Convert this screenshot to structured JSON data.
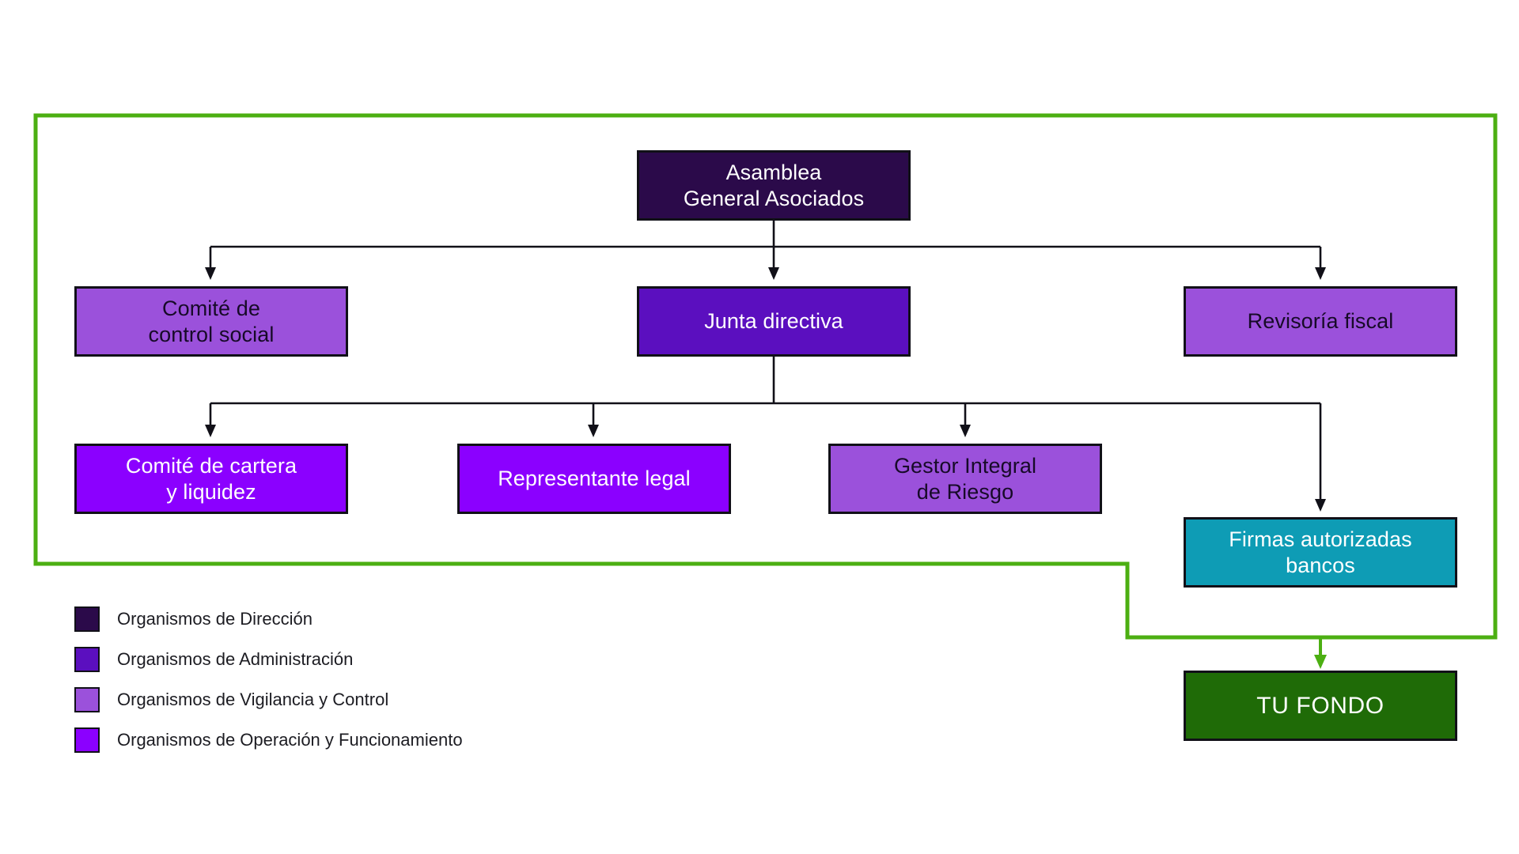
{
  "diagram": {
    "title_alt": "Estructura organizacional",
    "frame_color": "#4caf12",
    "border_color": "#111018",
    "connector_color": "#111018",
    "nodes": [
      {
        "id": "asamblea",
        "label": "Asamblea\nGeneral Asociados",
        "fill": "#2b0a4a",
        "text_color": "#ffffff"
      },
      {
        "id": "comite-control",
        "label": "Comité de\ncontrol social",
        "fill": "#9b51db",
        "text_color": "#170a28"
      },
      {
        "id": "junta",
        "label": "Junta directiva",
        "fill": "#5b0fbf",
        "text_color": "#ffffff"
      },
      {
        "id": "revisoria",
        "label": "Revisoría fiscal",
        "fill": "#9b51db",
        "text_color": "#170a28"
      },
      {
        "id": "comite-cartera",
        "label": "Comité de cartera\ny liquidez",
        "fill": "#8b00ff",
        "text_color": "#ffffff"
      },
      {
        "id": "representante",
        "label": "Representante legal",
        "fill": "#8b00ff",
        "text_color": "#ffffff"
      },
      {
        "id": "gestor",
        "label": "Gestor Integral\nde Riesgo",
        "fill": "#9b51db",
        "text_color": "#170a28"
      },
      {
        "id": "firmas",
        "label": "Firmas autorizadas\nbancos",
        "fill": "#0e9cb5",
        "text_color": "#ffffff"
      },
      {
        "id": "tufondo",
        "label": "TU  FONDO",
        "fill": "#1f6b07",
        "text_color": "#ffffff"
      }
    ]
  },
  "legend": {
    "items": [
      {
        "label": "Organismos de Dirección",
        "color": "#2b0a4a"
      },
      {
        "label": "Organismos de Administración",
        "color": "#5b0fbf"
      },
      {
        "label": "Organismos de Vigilancia y Control",
        "color": "#9b51db"
      },
      {
        "label": "Organismos de Operación y Funcionamiento",
        "color": "#8b00ff"
      }
    ]
  }
}
